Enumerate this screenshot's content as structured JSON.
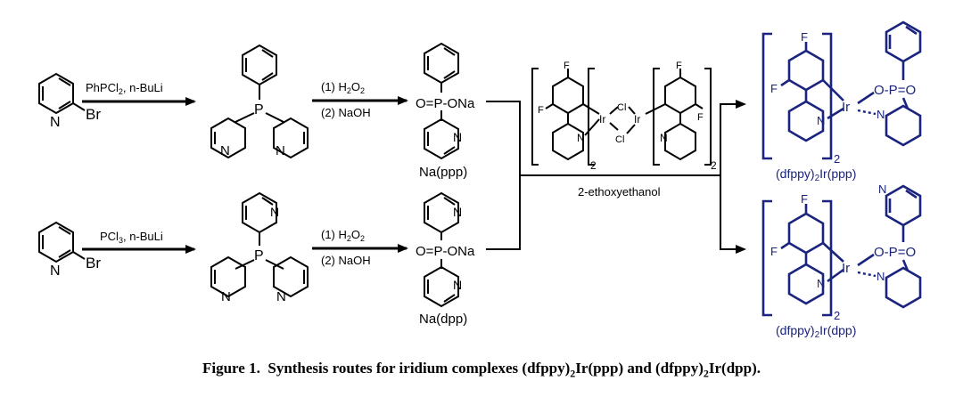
{
  "reagents": {
    "route1": "PhPCl",
    "route1_sub": "2",
    "route1_tail": ", n-BuLi",
    "route2": "PCl",
    "route2_sub": "3",
    "route2_tail": ", n-BuLi",
    "oxid1": "(1) H",
    "oxid1_sub1": "2",
    "oxid1_mid": "O",
    "oxid1_sub2": "2",
    "base1": "(2) NaOH",
    "oxid2": "(1) H",
    "oxid2_sub1": "2",
    "oxid2_mid": "O",
    "oxid2_sub2": "2",
    "base2": "(2) NaOH",
    "solvent": "2-ethoxyethanol"
  },
  "atoms": {
    "Br": "Br",
    "N": "N",
    "P": "P",
    "O": "O",
    "ONa": "ONa",
    "F": "F",
    "Ir": "Ir",
    "Cl": "Cl",
    "opo": "O",
    "dimer_sub": "2",
    "product_sub": "2"
  },
  "compounds": {
    "na_ppp": "Na(ppp)",
    "na_dpp": "Na(dpp)",
    "prod1_a": "(dfppy)",
    "prod1_sub": "2",
    "prod1_b": "Ir(ppp)",
    "prod2_a": "(dfppy)",
    "prod2_sub": "2",
    "prod2_b": "Ir(dpp)"
  },
  "caption": {
    "prefix": "Figure 1.",
    "text": "Synthesis routes for iridium complexes (dfppy)",
    "sub1": "2",
    "mid": "Ir(ppp) and (dfppy)",
    "sub2": "2",
    "tail": "Ir(dpp)."
  },
  "colors": {
    "black": "#000000",
    "product_blue": "#1a237e"
  }
}
